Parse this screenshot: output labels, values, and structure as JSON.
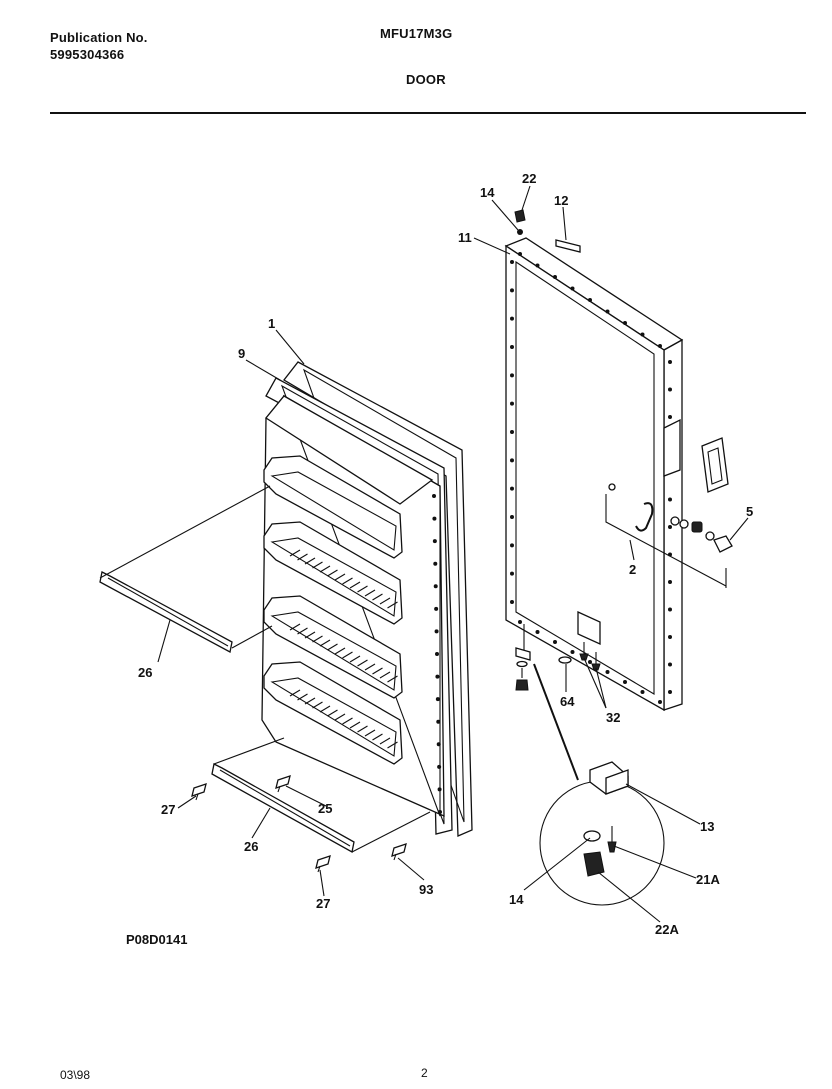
{
  "header": {
    "pub_label": "Publication No.",
    "pub_number": "5995304366",
    "model": "MFU17M3G",
    "section": "DOOR"
  },
  "diagram": {
    "figure_id": "P08D0141",
    "callouts": {
      "c1": "1",
      "c9": "9",
      "c26a": "26",
      "c26b": "26",
      "c27a": "27",
      "c27b": "27",
      "c25": "25",
      "c93": "93",
      "c22": "22",
      "c14a": "14",
      "c12": "12",
      "c11": "11",
      "c5": "5",
      "c2": "2",
      "c64": "64",
      "c32": "32",
      "c13": "13",
      "c21a": "21A",
      "c14b": "14",
      "c22a": "22A"
    }
  },
  "footer": {
    "date": "03\\98",
    "page": "2"
  }
}
